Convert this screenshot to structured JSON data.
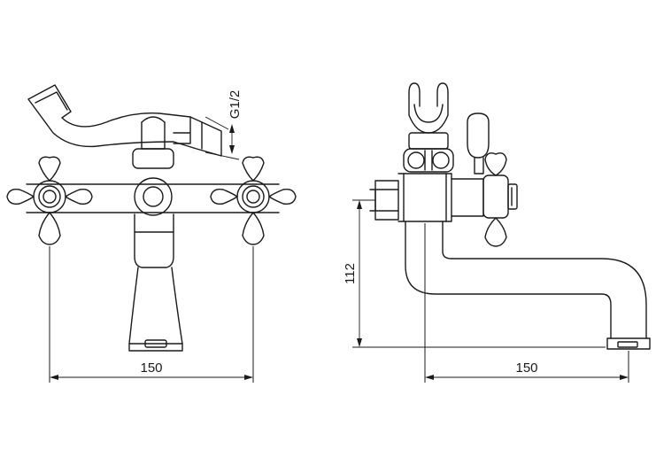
{
  "dimensions": {
    "front_width": "150",
    "side_width": "150",
    "side_height": "112",
    "thread": "G1/2"
  }
}
